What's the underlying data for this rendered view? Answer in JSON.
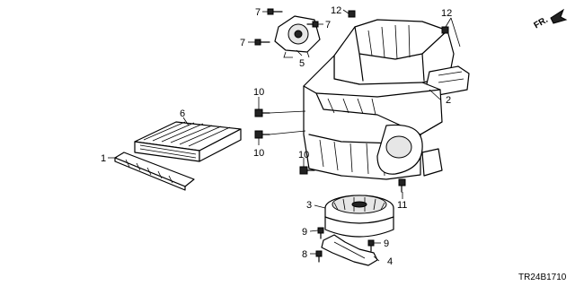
{
  "diagram": {
    "drawing_code": "TR24B1710",
    "direction_label": "FR.",
    "callouts": {
      "c1": "1",
      "c2": "2",
      "c3": "3",
      "c4": "4",
      "c5": "5",
      "c6": "6",
      "c7a": "7",
      "c7b": "7",
      "c7c": "7",
      "c8": "8",
      "c9a": "9",
      "c9b": "9",
      "c10a": "10",
      "c10b": "10",
      "c10c": "10",
      "c11": "11",
      "c12a": "12",
      "c12b": "12"
    }
  }
}
